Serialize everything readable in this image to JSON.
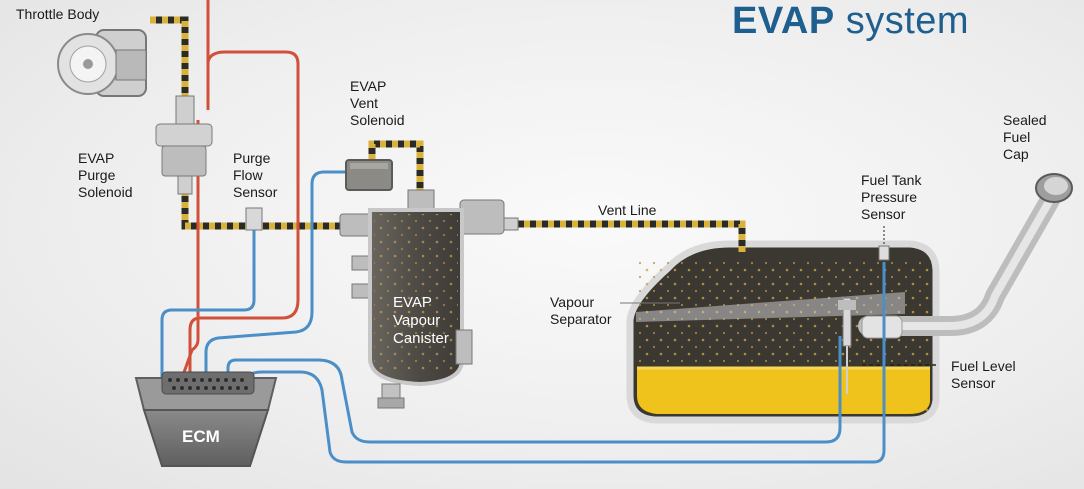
{
  "title": {
    "bold": "EVAP",
    "rest": "system"
  },
  "labels": {
    "throttle_body": "Throttle Body",
    "purge_solenoid": "EVAP\nPurge\nSolenoid",
    "purge_flow_sensor": "Purge\nFlow\nSensor",
    "vent_solenoid": "EVAP\nVent\nSolenoid",
    "vent_line": "Vent Line",
    "sealed_fuel_cap": "Sealed\nFuel\nCap",
    "fuel_tank_pressure_sensor": "Fuel Tank\nPressure\nSensor",
    "vapour_separator": "Vapour\nSeparator",
    "fuel_level_sensor": "Fuel Level\nSensor",
    "ecm": "ECM",
    "canister": "EVAP\nVapour\nCanister"
  },
  "colors": {
    "title": "#1f5f8f",
    "signal_wire_blue": "#4a8fc8",
    "power_wire_red": "#d0503a",
    "vapour_hose_stripe": "#d8b23c",
    "hose_dark": "#2b2b26",
    "fuel": "#f0c21c",
    "canister": "#5a5650"
  }
}
